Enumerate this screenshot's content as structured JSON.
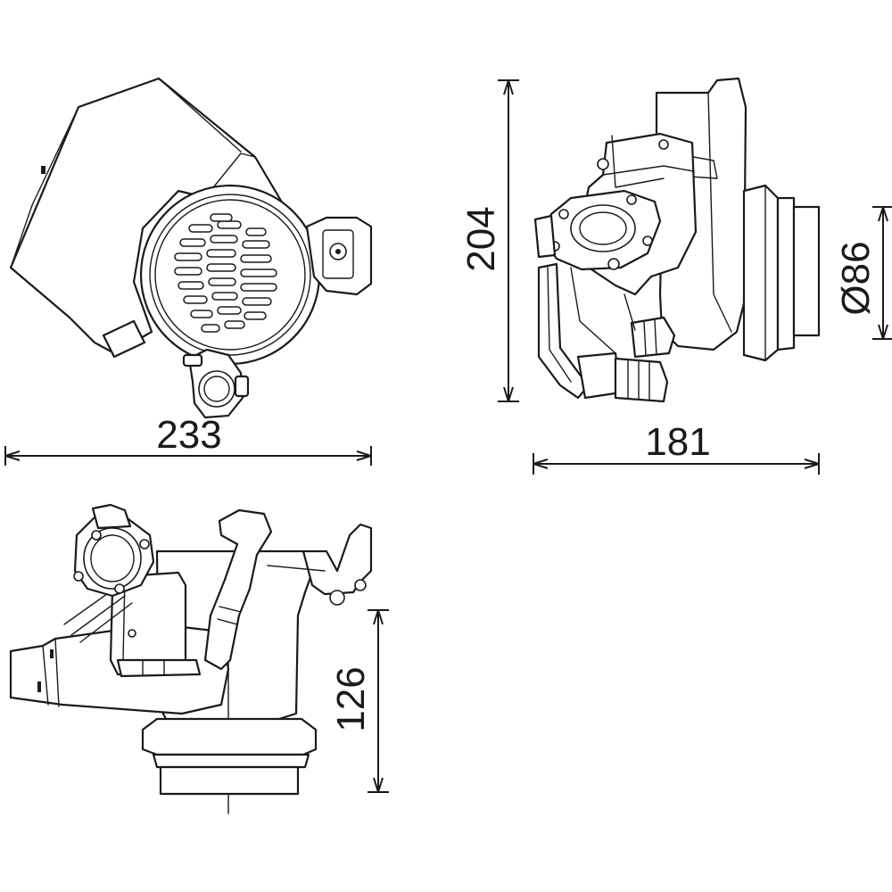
{
  "dimensions": {
    "width_front": "233",
    "height_side": "204",
    "width_side": "181",
    "diameter_outlet": "Ø86",
    "height_top": "126"
  },
  "colors": {
    "line": "#1a1a1a",
    "background": "#ffffff"
  }
}
